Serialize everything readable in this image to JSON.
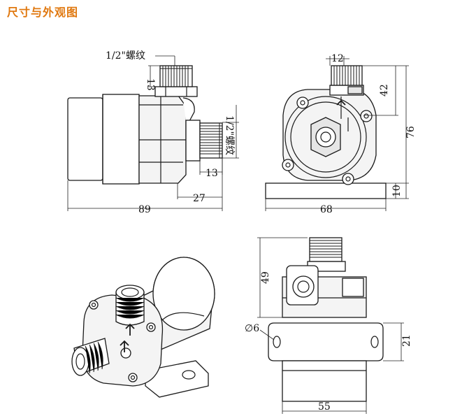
{
  "title": "尺寸与外观图",
  "labels": {
    "thread_top": "1/2\"螺纹",
    "thread_side": "1/2\"螺纹",
    "d13a": "13",
    "d13b": "13",
    "d27": "27",
    "d89": "89",
    "d12": "12",
    "d42": "42",
    "d76": "76",
    "d10": "10",
    "d68": "68",
    "d49": "49",
    "d6": "∅6",
    "d21": "21",
    "d55": "55"
  }
}
